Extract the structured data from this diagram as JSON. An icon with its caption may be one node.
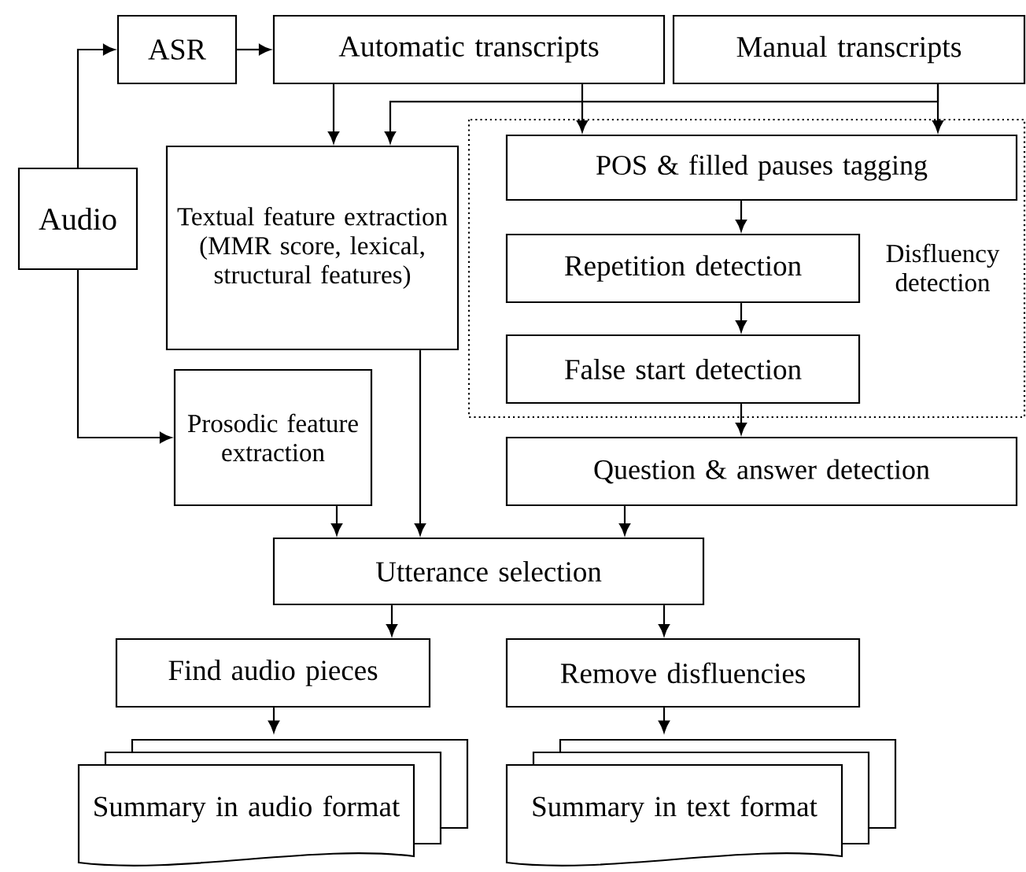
{
  "diagram": {
    "nodes": [
      {
        "text": [
          "Audio"
        ]
      },
      {
        "text": [
          "ASR"
        ]
      },
      {
        "text": [
          "Automatic transcripts"
        ]
      },
      {
        "text": [
          "Manual transcripts"
        ]
      },
      {
        "text": [
          "Textual feature extraction (MMR score, lexical, structural features)"
        ]
      },
      {
        "text": [
          "Disfluency detection"
        ]
      },
      {
        "text": [
          "POS & filled pauses tagging"
        ],
        "in": 5
      },
      {
        "text": [
          "Repetition detection"
        ],
        "in": 5
      },
      {
        "text": [
          "False start detection"
        ],
        "in": 5
      },
      {
        "text": [
          "Prosodic feature extraction"
        ]
      },
      {
        "text": [
          "Question & answer detection"
        ]
      },
      {
        "text": [
          "Utterance selection"
        ]
      },
      {
        "text": [
          "Find audio pieces"
        ]
      },
      {
        "text": [
          "Remove disfluencies"
        ]
      },
      {
        "text": [
          "Summary in audio format"
        ]
      },
      {
        "text": [
          "Summary in text format"
        ]
      }
    ],
    "edges": [
      {
        "from": 0,
        "to": 1,
        "arrow": "to"
      },
      {
        "from": 0,
        "to": 9,
        "arrow": "to"
      },
      {
        "from": 1,
        "to": 2,
        "arrow": "to"
      },
      {
        "from": 2,
        "to": 4,
        "arrow": "to"
      },
      {
        "from": 3,
        "to": 4,
        "arrow": "to"
      },
      {
        "from": 2,
        "to": 6,
        "arrow": "to"
      },
      {
        "from": 3,
        "to": 6,
        "arrow": "to"
      },
      {
        "from": 6,
        "to": 7,
        "arrow": "to"
      },
      {
        "from": 7,
        "to": 8,
        "arrow": "to"
      },
      {
        "from": 8,
        "to": 10,
        "arrow": "to"
      },
      {
        "from": 9,
        "to": 11,
        "arrow": "to"
      },
      {
        "from": 4,
        "to": 11,
        "arrow": "to"
      },
      {
        "from": 10,
        "to": 11,
        "arrow": "to"
      },
      {
        "from": 11,
        "to": 12,
        "arrow": "to"
      },
      {
        "from": 11,
        "to": 13,
        "arrow": "to"
      },
      {
        "from": 12,
        "to": 14,
        "arrow": "to"
      },
      {
        "from": 13,
        "to": 15,
        "arrow": "to"
      }
    ]
  }
}
